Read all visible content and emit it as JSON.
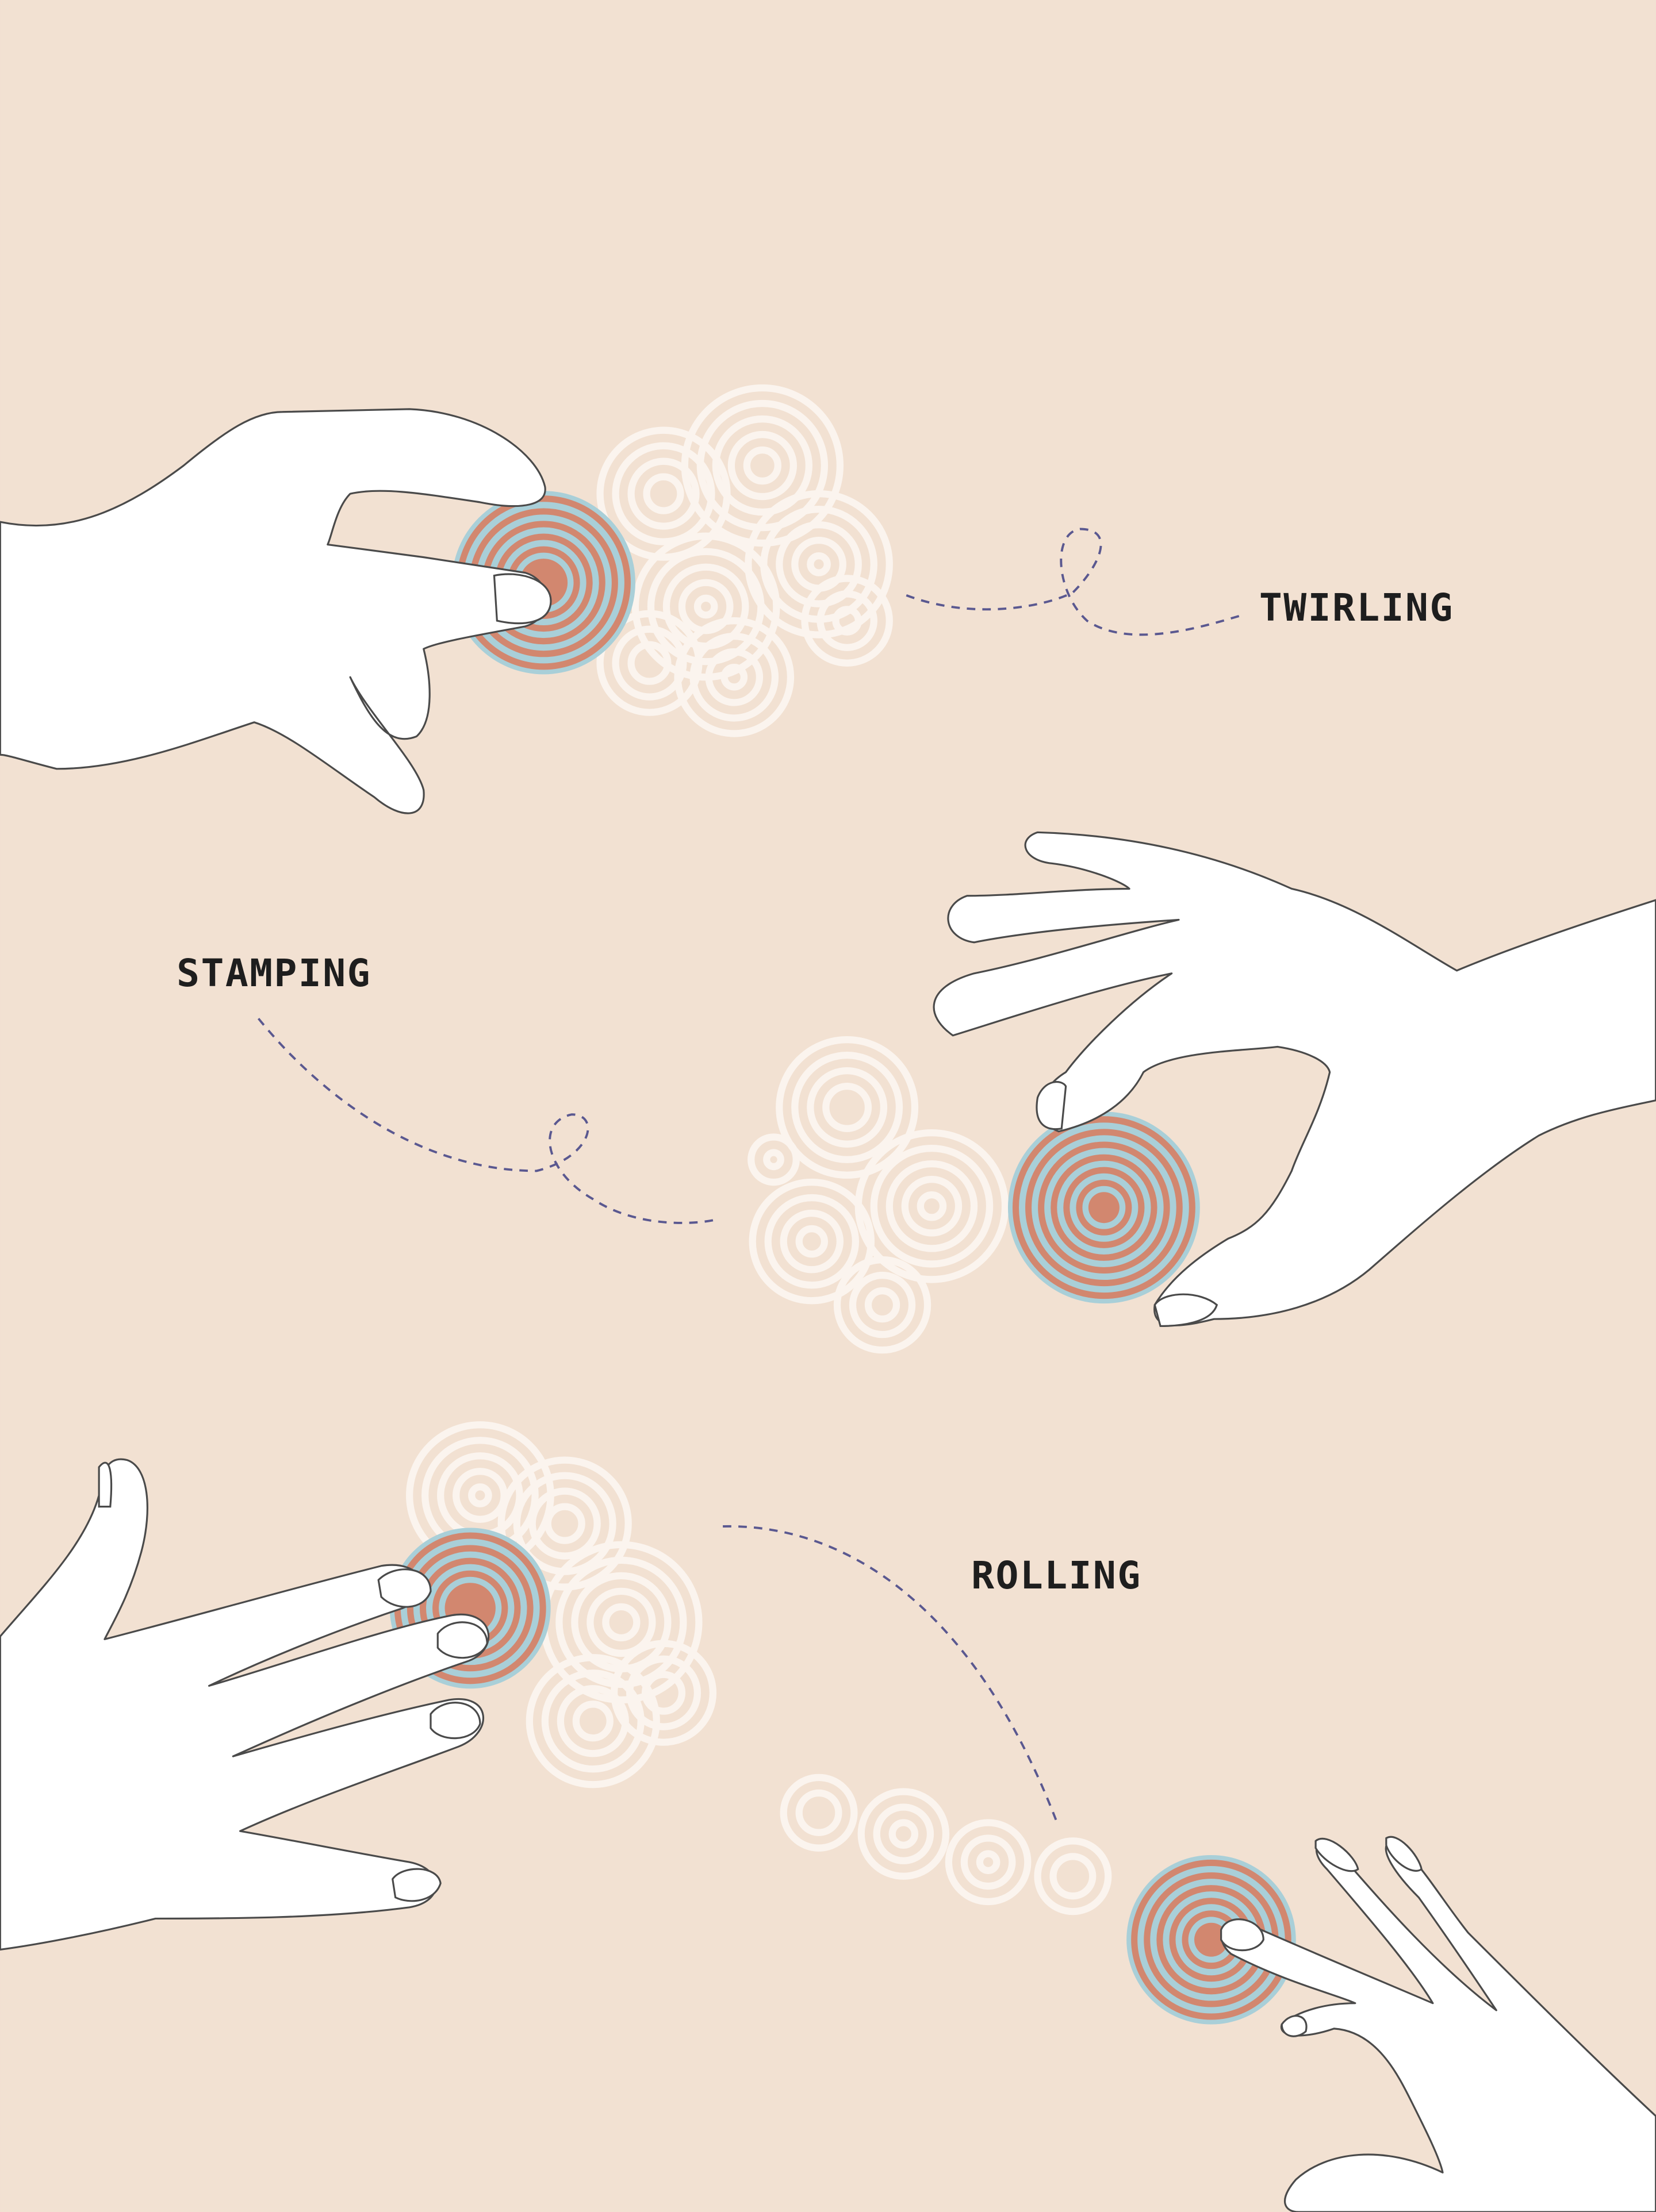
{
  "labels": {
    "twirling": "TWIRLING",
    "stamping": "STAMPING",
    "rolling": "ROLLING"
  },
  "colors": {
    "background": "#f2e1d2",
    "ball_orange": "#d2876f",
    "ball_blue": "#a9cfd8",
    "imprint": "#fbf4ee",
    "dashed_path": "#5a5890",
    "outline": "#4a4a4a"
  }
}
